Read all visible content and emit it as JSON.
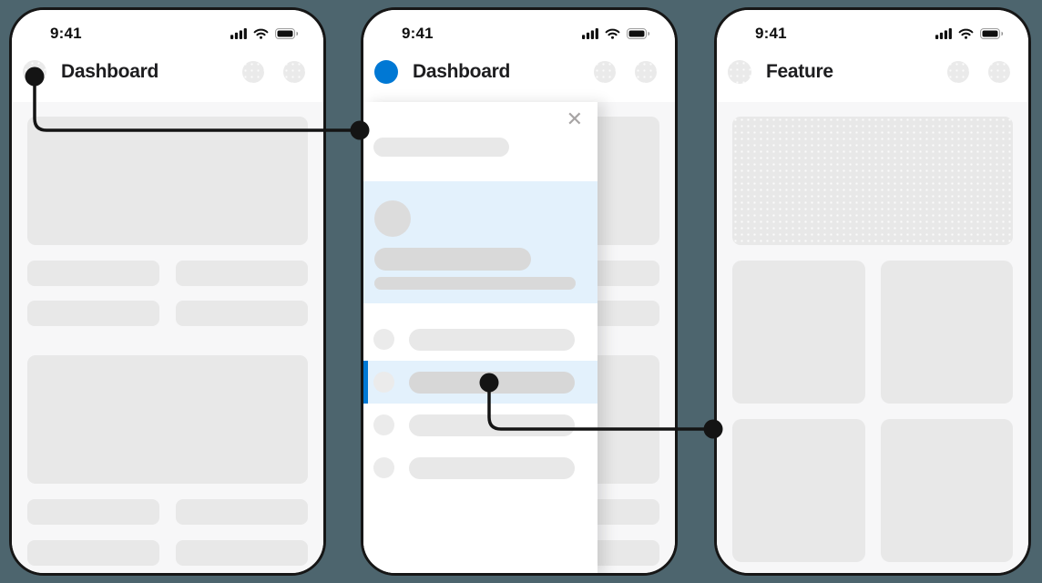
{
  "page": {
    "background_color": "#4d656e",
    "description": "Mobile wireframe navigation flow: Dashboard, Dashboard with navigation drawer open, Feature screen"
  },
  "colors": {
    "accent_blue": "#0078d4",
    "selection_light_blue": "#e3f1fc",
    "placeholder_gray": "#e8e8e8",
    "connector_black": "#141414",
    "phone_border": "#161616"
  },
  "status_bar": {
    "time": "9:41"
  },
  "phones": [
    {
      "title": "Dashboard"
    },
    {
      "title": "Dashboard"
    },
    {
      "title": "Feature"
    }
  ],
  "drawer": {
    "close_glyph": "✕"
  }
}
